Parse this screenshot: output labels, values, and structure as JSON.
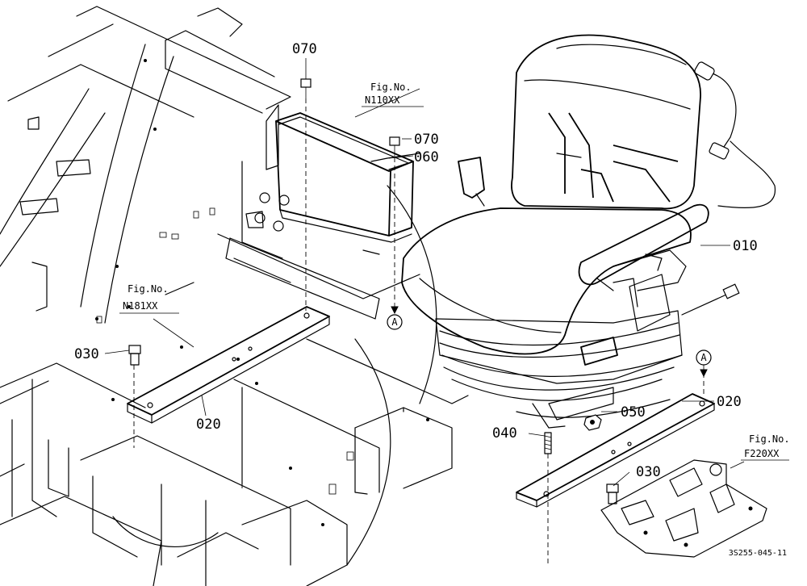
{
  "parts": {
    "p010": "010",
    "p020_left": "020",
    "p020_right": "020",
    "p030_left": "030",
    "p030_right": "030",
    "p040": "040",
    "p050": "050",
    "p060": "060",
    "p070_top": "070",
    "p070_right": "070"
  },
  "references": {
    "n110": {
      "prefix": "Fig.No.",
      "code": "N110XX"
    },
    "n181": {
      "prefix": "Fig.No.",
      "code": "N181XX"
    },
    "f220": {
      "prefix": "Fig.No.",
      "code": "F220XX"
    }
  },
  "markers": {
    "a_left": "A",
    "a_right": "A"
  },
  "drawing_code": "3S255-045-11"
}
